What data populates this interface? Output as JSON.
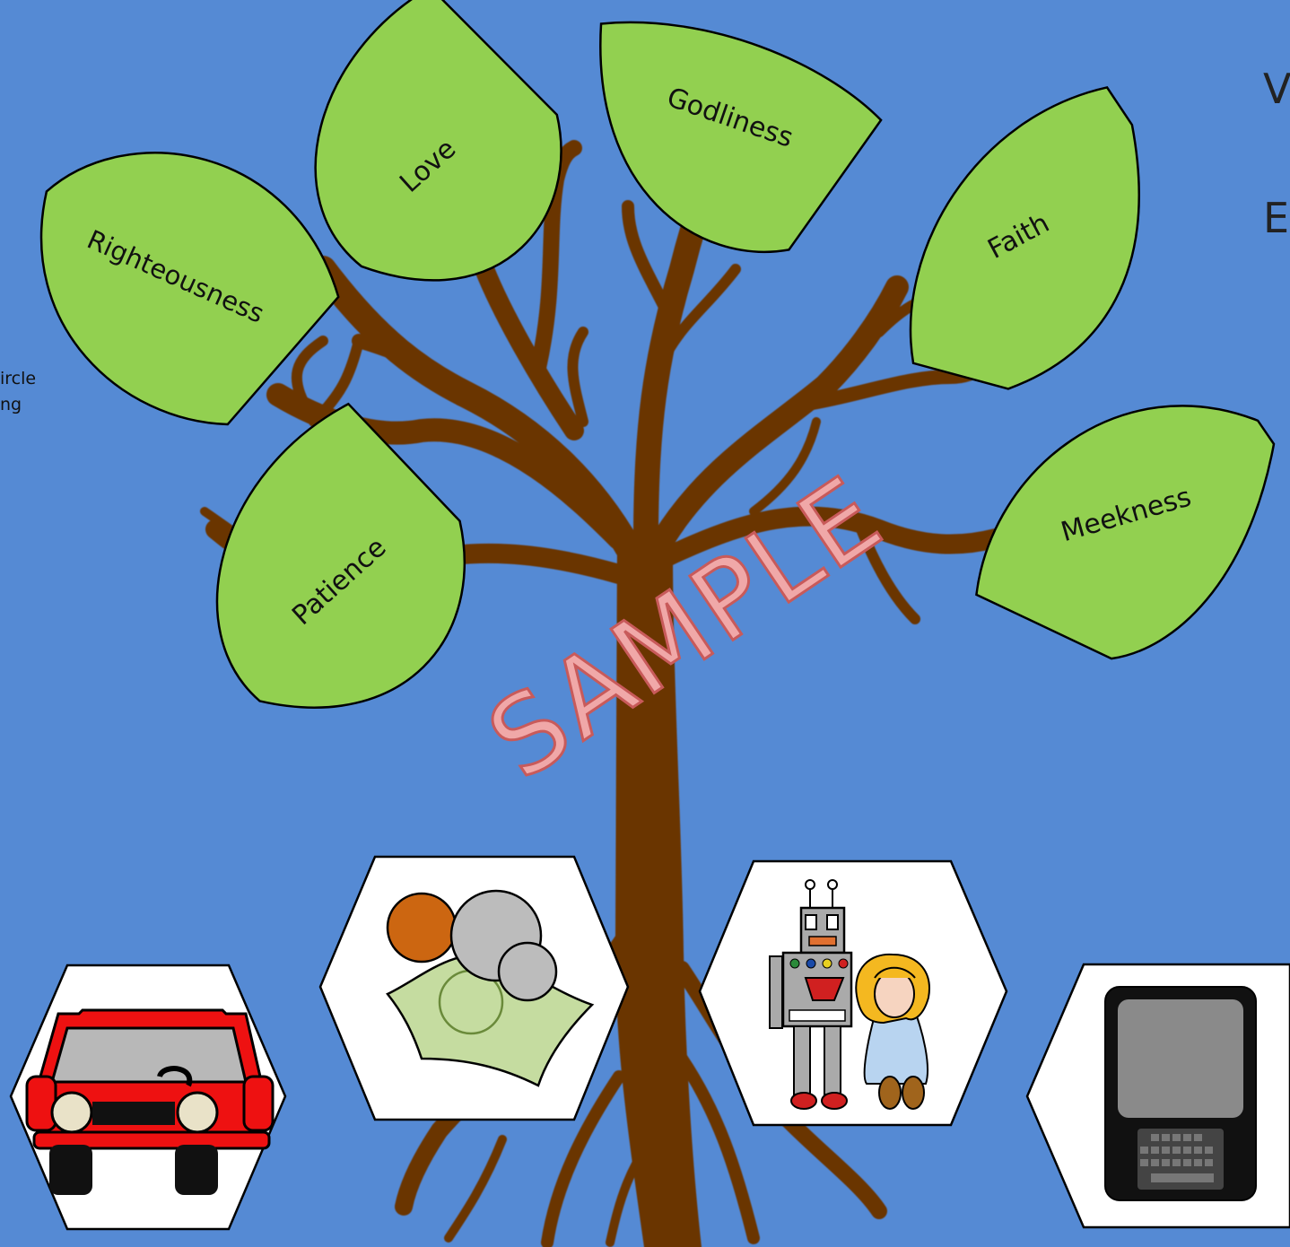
{
  "page": {
    "side_text_lines": [
      "ircle",
      "ng"
    ],
    "title_lines": [
      "V",
      "E"
    ]
  },
  "tree": {
    "branch_color": "#6a3505",
    "leaf_color": "#92d050",
    "leaves": [
      "Righteousness",
      "Love",
      "Godliness",
      "Faith",
      "Patience",
      "Meekness"
    ]
  },
  "watermark": {
    "text": "SAMPLE",
    "color": "#f0a8a8"
  },
  "hexagons": [
    {
      "icon": "car-icon"
    },
    {
      "icon": "money-coins-icon"
    },
    {
      "icon": "toys-robot-doll-icon"
    },
    {
      "icon": "tablet-device-icon"
    }
  ],
  "colors": {
    "background": "#558ad4",
    "leaf_stroke": "#000000",
    "hex_fill": "#ffffff"
  }
}
